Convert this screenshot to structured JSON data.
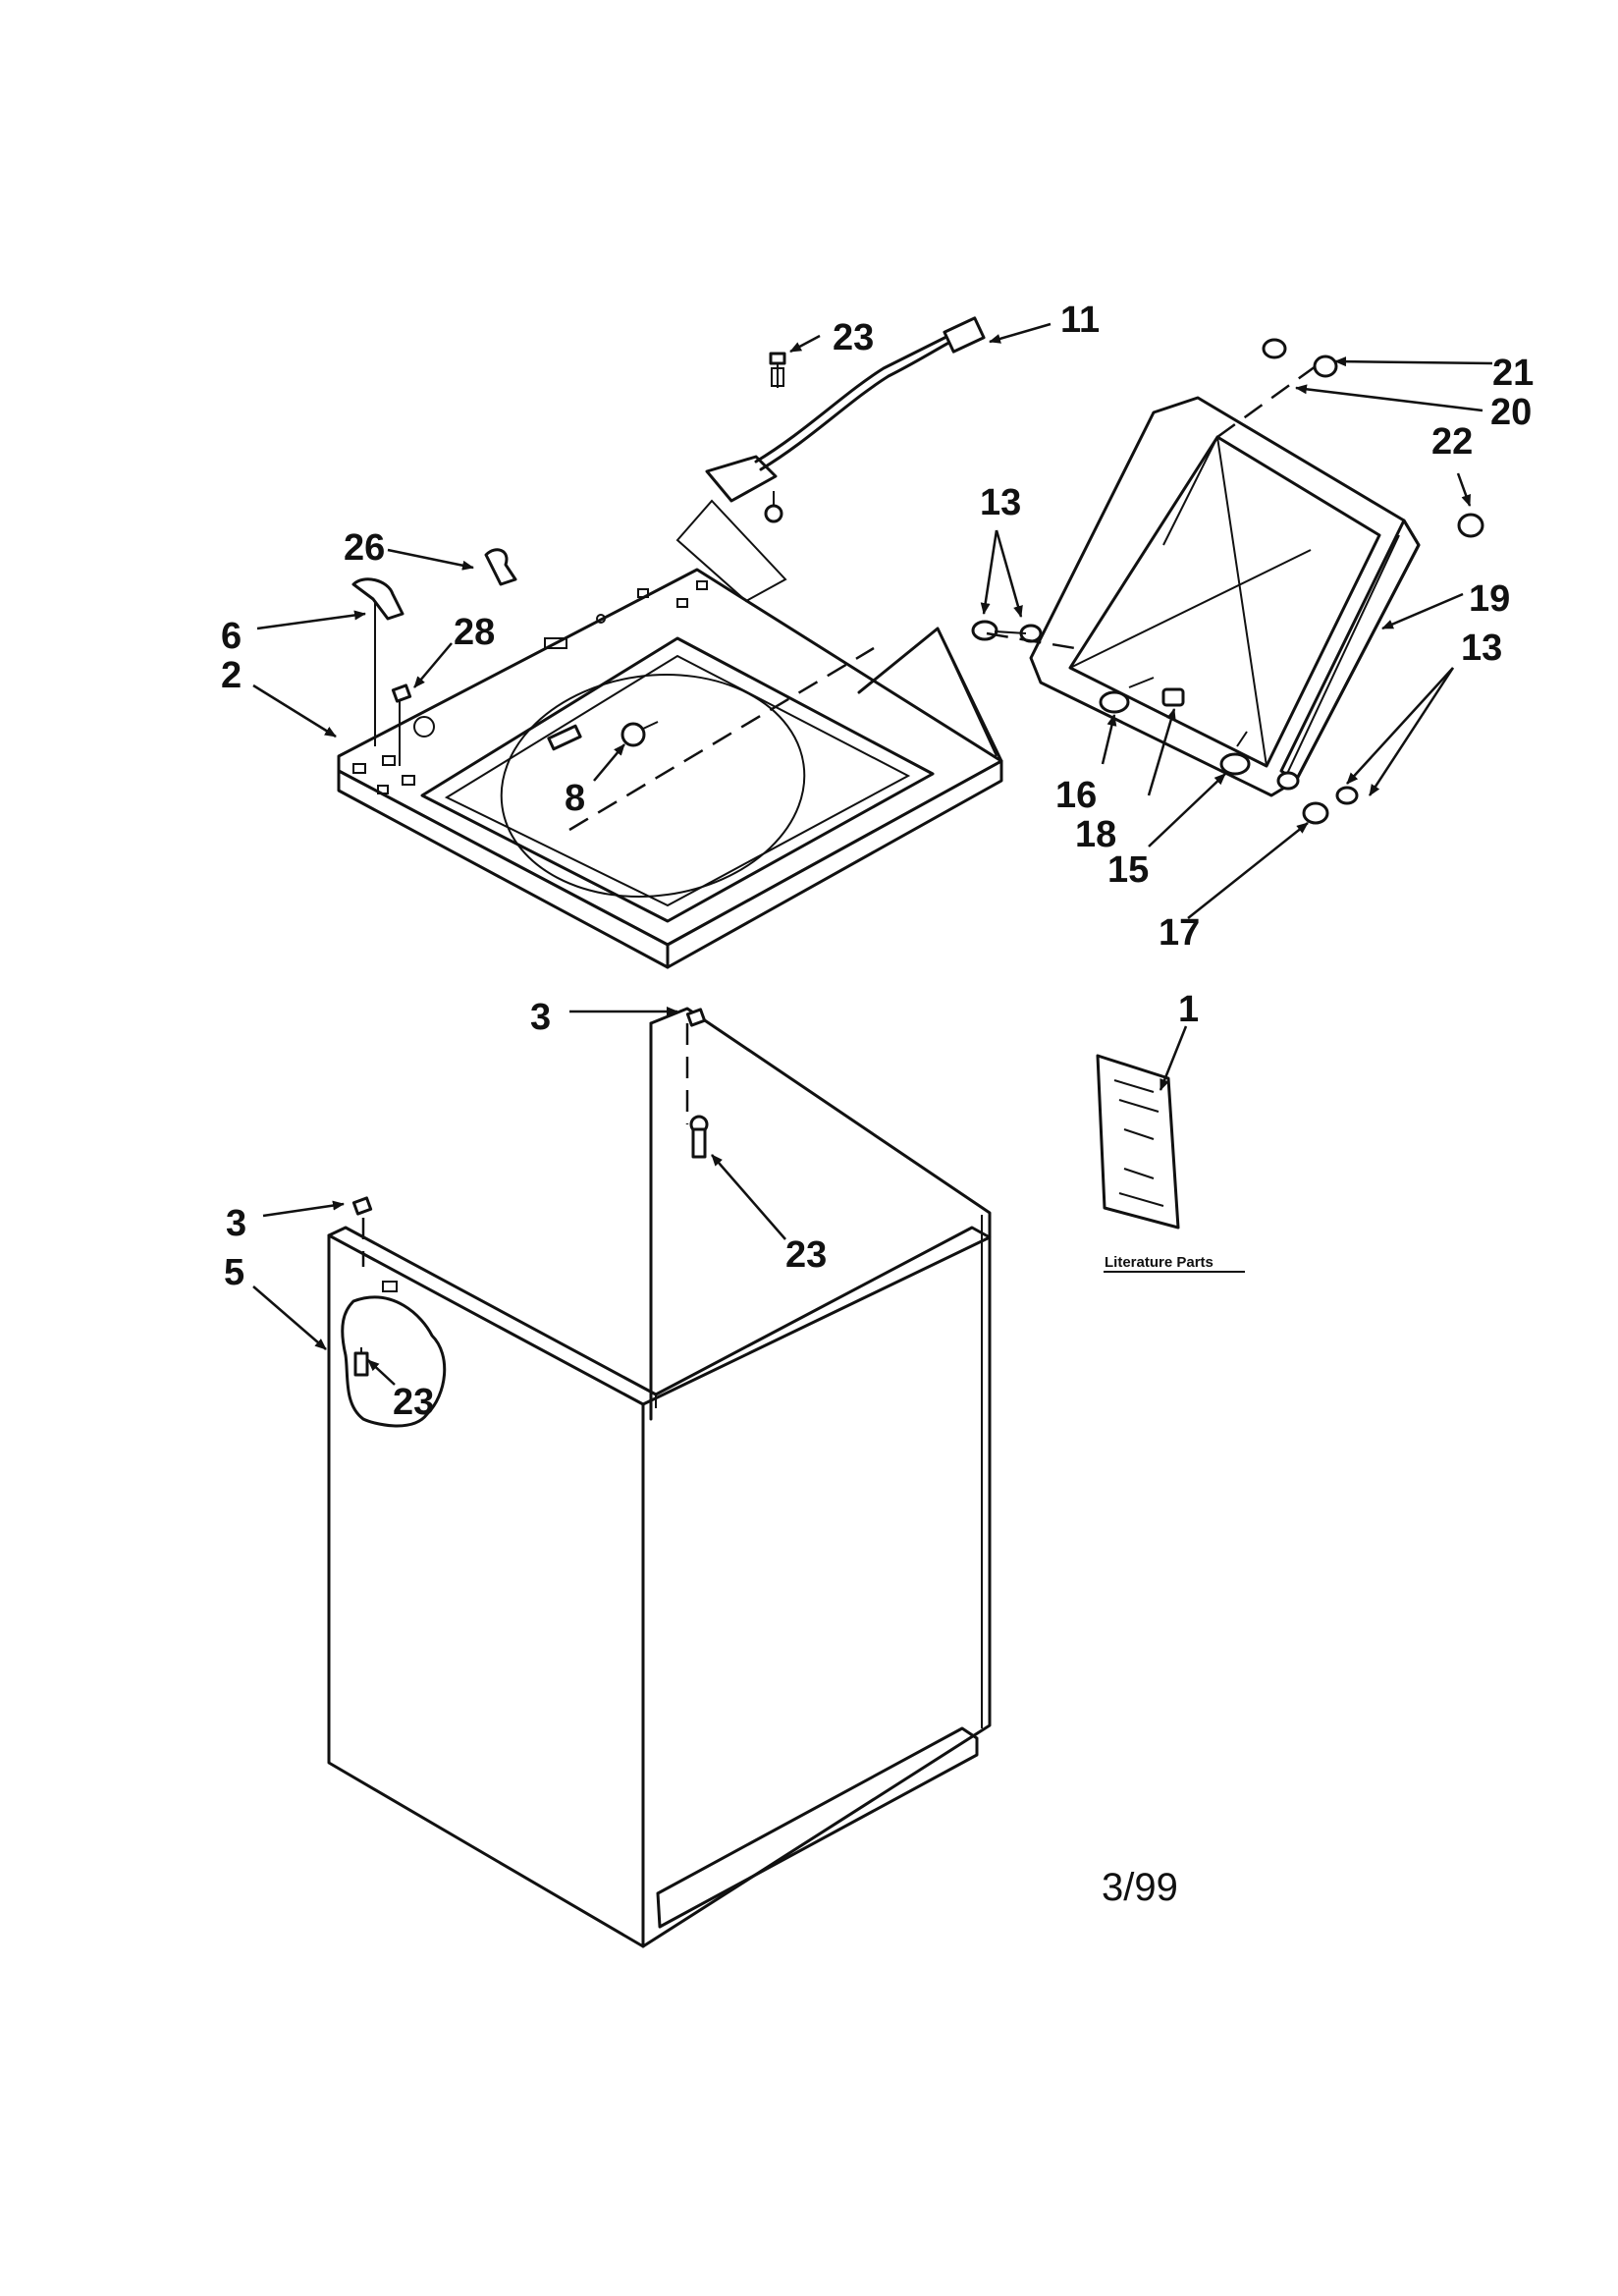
{
  "callouts": [
    "23",
    "11",
    "21",
    "20",
    "22",
    "13",
    "19",
    "13",
    "26",
    "6",
    "28",
    "2",
    "8",
    "16",
    "18",
    "15",
    "17",
    "3",
    "1",
    "3",
    "23",
    "5",
    "23"
  ],
  "literature_label": "Literature Parts",
  "revision_date": "3/99"
}
